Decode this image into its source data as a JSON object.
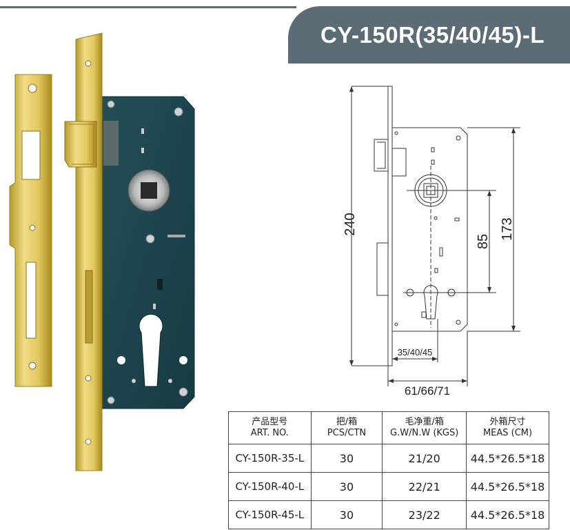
{
  "title": "CY-150R(35/40/45)-L",
  "drawing": {
    "dim_height": "240",
    "dim_173": "173",
    "dim_85": "85",
    "dim_backset": "35/40/45",
    "dim_width": "61/66/71"
  },
  "table": {
    "headers": [
      {
        "cn": "产品型号",
        "en": "ART. NO."
      },
      {
        "cn": "把/箱",
        "en": "PCS/CTN"
      },
      {
        "cn": "毛净重/箱",
        "en": "G.W/N.W (KGS)"
      },
      {
        "cn": "外箱尺寸",
        "en": "MEAS (CM)"
      }
    ],
    "rows": [
      [
        "CY-150R-35-L",
        "30",
        "21/20",
        "44.5*26.5*18"
      ],
      [
        "CY-150R-40-L",
        "30",
        "22/21",
        "44.5*26.5*18"
      ],
      [
        "CY-150R-45-L",
        "30",
        "23/22",
        "44.5*26.5*18"
      ]
    ]
  },
  "colors": {
    "banner": "#5c6c76",
    "brass": "#d8c15a",
    "lock_body": "#1f4a52"
  }
}
